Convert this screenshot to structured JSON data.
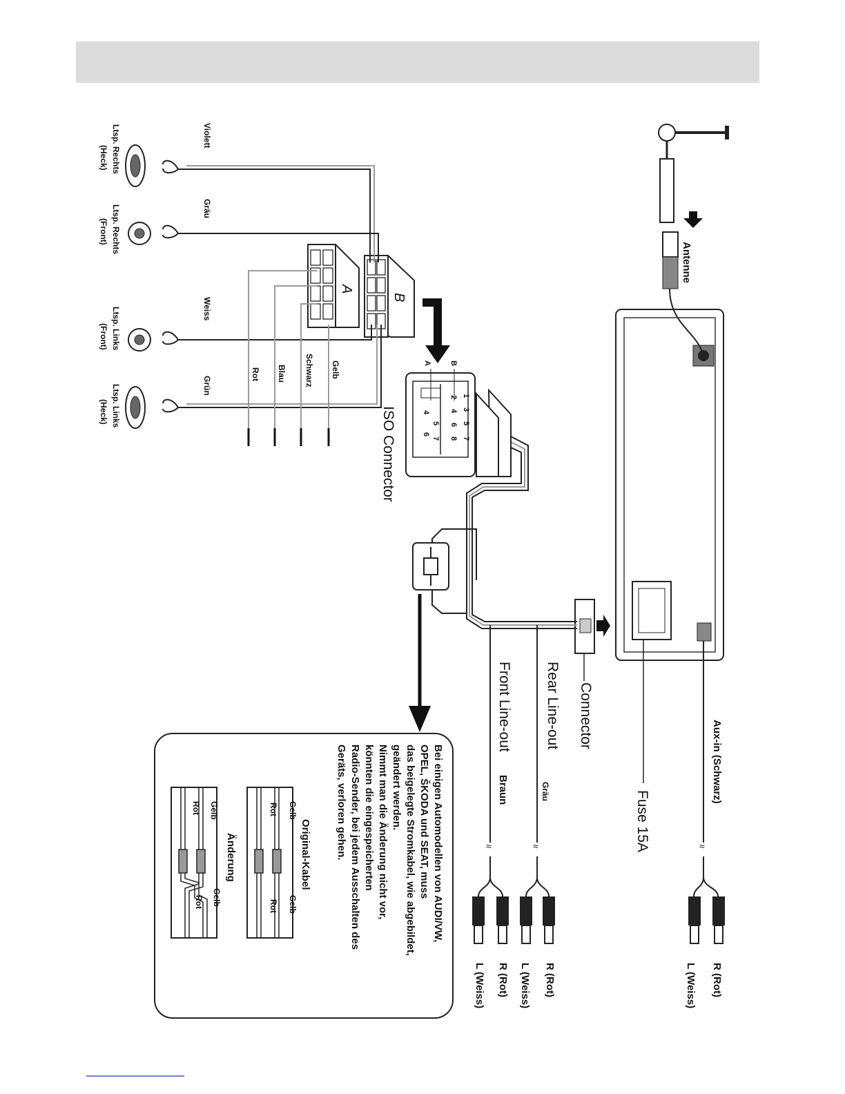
{
  "labels": {
    "antenne": "Antenne",
    "aux_in": "Aux-in (Schwarz)",
    "fuse": "Fuse 15A",
    "connector": "Connector",
    "iso_connector": "ISO Connector",
    "rear_line_out": "Rear Line-out",
    "front_line_out": "Front Line-out",
    "braun": "Braun",
    "graeu": "Gräu",
    "aux_r": "R (Rot)",
    "aux_l": "L (Weiss)",
    "rear_r": "R (Rot)",
    "rear_l": "L (Weiss)",
    "front_r": "R (Rot)",
    "front_l": "L (Weiss)",
    "block_a": "A",
    "block_b": "B",
    "iso_a": "A",
    "iso_b": "B",
    "iso_numbers_top": [
      "1",
      "3",
      "5",
      "7"
    ],
    "iso_numbers_mid": [
      "2",
      "4",
      "6",
      "8"
    ],
    "iso_numbers_low": [
      "4",
      "5",
      "6",
      "7"
    ]
  },
  "speakers": [
    {
      "color": "Violett",
      "line1": "Ltsp. Rechts",
      "line2": "(Heck)"
    },
    {
      "color": "Gräu",
      "line1": "Ltsp. Rechts",
      "line2": "(Front)"
    },
    {
      "color": "Weiss",
      "line1": "Ltsp. Links",
      "line2": "(Front)"
    },
    {
      "color": "Grün",
      "line1": "Ltsp. Links",
      "line2": "(Heck)"
    }
  ],
  "power_wires": [
    "Gelb",
    "Schwarz",
    "Blau",
    "Rot"
  ],
  "note": {
    "lines": [
      "Bei einigen Automodellen von AUDI/VW,",
      "OPEL, ŠKODA und SEAT, muss",
      "das beigelegte Stromkabel, wie abgebildet,",
      "geändert werden.",
      "Nimmt man die Änderung nicht vor,",
      "könnten die eingespeicherten",
      "Radio-Sender, bei jedem Ausschalten des",
      "Geräts, verloren gehen."
    ],
    "original_title": "Original-Kabel",
    "change_title": "Änderung",
    "gelb": "Gelb",
    "rot": "Rot"
  }
}
